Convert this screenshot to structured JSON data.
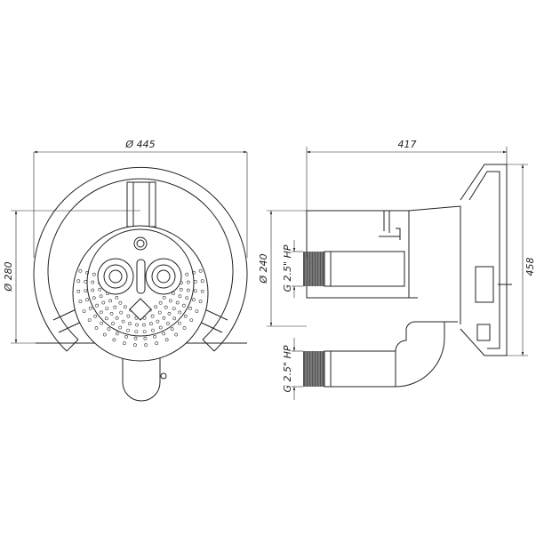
{
  "front_view": {
    "dim_outer_diameter": "Ø 445",
    "dim_inner_diameter": "Ø 280"
  },
  "side_view": {
    "dim_length": "417",
    "dim_body_diameter": "Ø 240",
    "dim_height": "458",
    "thread_upper": "G 2.5\" HP",
    "thread_lower": "G 2.5\" HP"
  },
  "colors": {
    "line": "#222222",
    "thread": "#555555"
  }
}
